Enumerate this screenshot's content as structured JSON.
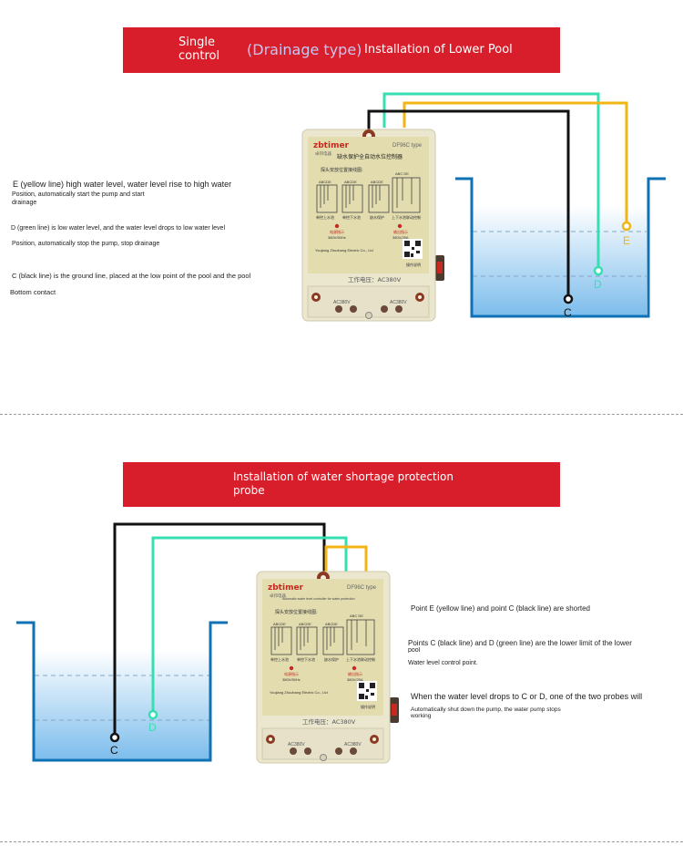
{
  "section1": {
    "banner": {
      "part1": "Single\ncontrol",
      "part2": "(Drainage type)",
      "part3": "Installation of Lower Pool"
    },
    "notes": [
      "E (yellow line) high water level, water level rise to high water",
      "Position, automatically start the pump and start",
      "drainage",
      "D (green line) is low water level, and the water level drops to low water level",
      "Position, automatically stop the pump, stop drainage",
      "C (black line) is the ground line, placed at the low point of the pool and the pool",
      "Bottom contact"
    ],
    "probe_labels": {
      "e": "E",
      "d": "D",
      "c": "C"
    }
  },
  "section2": {
    "banner": {
      "title": "Installation of water shortage protection\nprobe"
    },
    "notes": [
      "Point E (yellow line) and point C (black line) are shorted",
      "Points C (black line) and D (green line) are the lower limit of the lower",
      "pool",
      "Water level control point.",
      "When the water level drops to C or D, one of the two probes will",
      "Automatically shut down the pump, the water pump stops",
      "working"
    ],
    "probe_labels": {
      "d": "D",
      "c": "C"
    }
  },
  "device": {
    "brand": "zbtimer",
    "brand_sub": "卓邦电器",
    "model": "DF96C type",
    "title_cn": "缺水保护全自动水位控制器",
    "subtitle_en": "Automatic water level controller for water protection",
    "wiring_label": "探头安放位置接线图:",
    "terminal_sets": [
      "ABCDE",
      "ABCDE",
      "ABCDE",
      "ABC DE"
    ],
    "diagram_captions": [
      "单控上水池",
      "单控下水池",
      "缺水保护",
      "上下水池联动控制"
    ],
    "power_indicator": "电源指示",
    "power_spec": "380V/50Hz",
    "output_indicator": "输出指示",
    "output_spec": "380V/25A",
    "company": "Youjiang Zhuobang Electric Co., Ltd",
    "manual": "操作说明",
    "voltage": "工作电压：AC380V",
    "terminal_left": "AC380V",
    "terminal_right": "AC380V"
  },
  "colors": {
    "banner": "#d81e2a",
    "yellow_wire": "#f2b516",
    "green_wire": "#35dfb2",
    "black_wire": "#111111",
    "tank": "#0f72b5",
    "water_top": "#ffffff",
    "water_bottom": "#7dbdec",
    "device_body": "#ebe7cf",
    "device_label": "#e2dcaf"
  }
}
